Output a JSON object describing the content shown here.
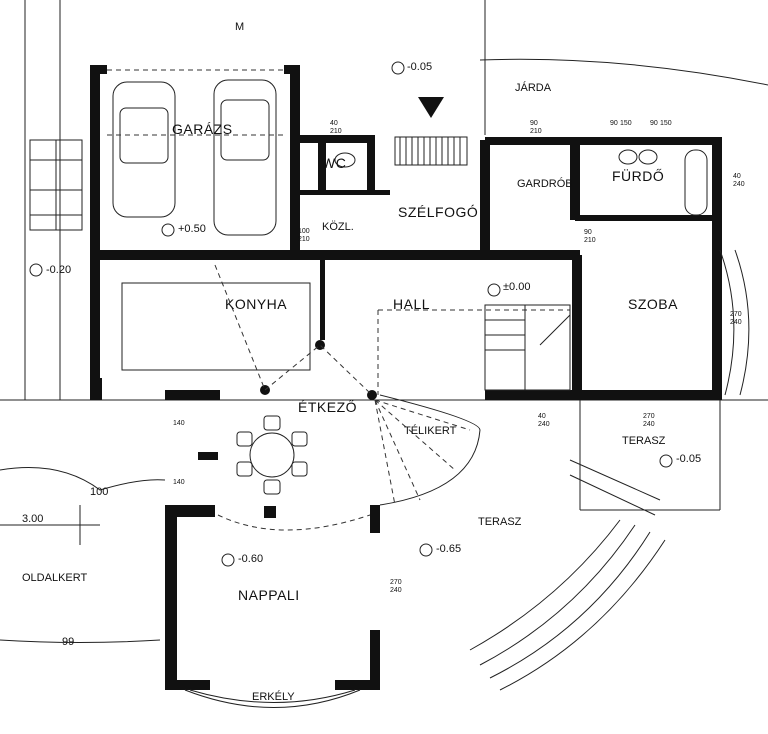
{
  "rooms": {
    "garage": "GARÁZS",
    "wc": "WC",
    "corridor": "KÖZL.",
    "vestibule": "SZÉLFOGÓ",
    "wardrobe": "GARDRÓB",
    "bathroom": "FÜRDŐ",
    "kitchen": "KONYHA",
    "hall": "HALL",
    "bedroom": "SZOBA",
    "dining": "ÉTKEZŐ",
    "winter_garden": "TÉLIKERT",
    "terrace_main": "TERASZ",
    "terrace_small": "TERASZ",
    "living": "NAPPALI",
    "balcony": "ERKÉLY",
    "side_garden": "OLDALKERT",
    "sidewalk": "JÁRDA"
  },
  "levels": {
    "entrance": "-0.05",
    "garage": "+0.50",
    "side": "-0.20",
    "hall": "±0.00",
    "terrace_small": "-0.05",
    "terrace_main": "-0.65",
    "living": "-0.60",
    "garden": "3.00"
  },
  "contours": [
    "100",
    "99"
  ],
  "north_mark": "M",
  "dimensions": {
    "wc_window": [
      "40",
      "210"
    ],
    "wardrobe_window": [
      "90",
      "210"
    ],
    "bath_window_1": [
      "90",
      "150"
    ],
    "bath_window_2": [
      "90",
      "150"
    ],
    "bath_side": [
      "40",
      "240"
    ],
    "corridor_door": [
      "100",
      "210"
    ],
    "wardrobe_door": [
      "90",
      "210"
    ],
    "bedroom_window": [
      "270",
      "240"
    ],
    "terrace_door": [
      "270",
      "240"
    ],
    "hall_door": [
      "40",
      "240"
    ],
    "living_door": [
      "270",
      "240"
    ],
    "pantry_1": "140",
    "pantry_2": "140"
  }
}
